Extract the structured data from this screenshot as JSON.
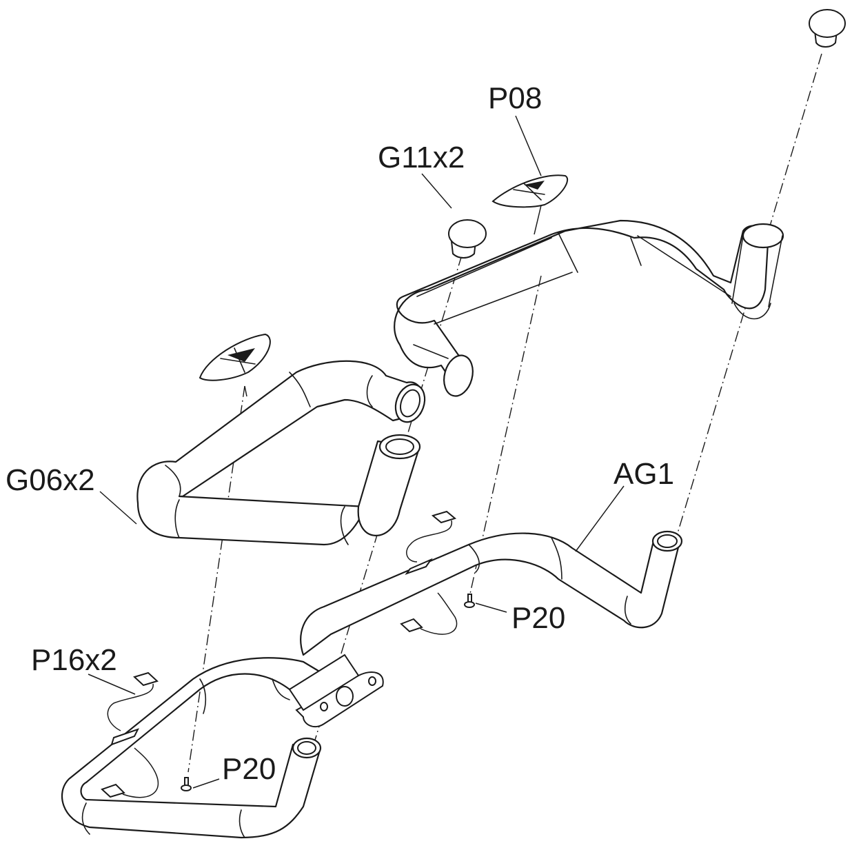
{
  "diagram": {
    "type": "exploded-assembly",
    "labels": {
      "p08": "P08",
      "g11": "G11x2",
      "g06": "G06x2",
      "ag1": "AG1",
      "p20_right": "P20",
      "p16": "P16x2",
      "p20_left": "P20"
    },
    "colors": {
      "ink": "#1a1a1a",
      "background": "#ffffff"
    }
  }
}
